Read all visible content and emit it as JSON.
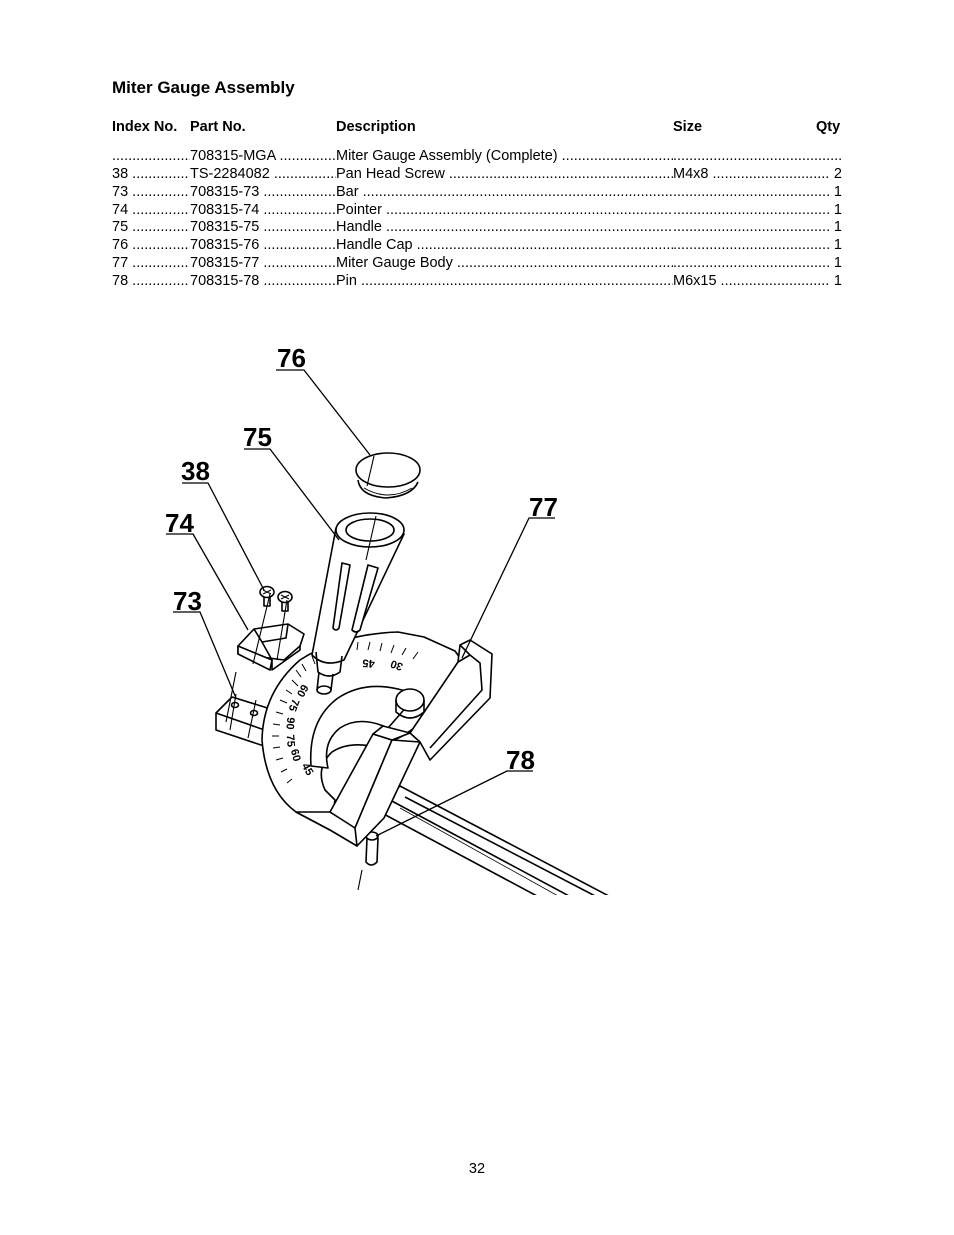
{
  "title": "Miter Gauge Assembly",
  "headers": {
    "index": "Index No.",
    "part": "Part No.",
    "description": "Description",
    "size": "Size",
    "qty": "Qty"
  },
  "parts": [
    {
      "index": "",
      "part": "708315-MGA",
      "description": "Miter Gauge Assembly (Complete)",
      "size": "",
      "qty": ""
    },
    {
      "index": "38",
      "part": "TS-2284082",
      "description": "Pan Head Screw",
      "size": "M4x8",
      "qty": "2"
    },
    {
      "index": "73",
      "part": "708315-73",
      "description": "Bar",
      "size": "",
      "qty": "1"
    },
    {
      "index": "74",
      "part": "708315-74",
      "description": "Pointer",
      "size": "",
      "qty": "1"
    },
    {
      "index": "75",
      "part": "708315-75",
      "description": "Handle",
      "size": "",
      "qty": "1"
    },
    {
      "index": "76",
      "part": "708315-76",
      "description": "Handle Cap",
      "size": "",
      "qty": "1"
    },
    {
      "index": "77",
      "part": "708315-77",
      "description": "Miter Gauge Body",
      "size": "",
      "qty": "1"
    },
    {
      "index": "78",
      "part": "708315-78",
      "description": "Pin",
      "size": "M6x15",
      "qty": "1"
    }
  ],
  "callouts": {
    "c76": "76",
    "c75": "75",
    "c38": "38",
    "c74": "74",
    "c73": "73",
    "c77": "77",
    "c78": "78"
  },
  "scale_labels": {
    "s30": "30",
    "s45a": "45",
    "s60": "60",
    "s75": "75",
    "s90": "90",
    "s75b": "75",
    "s60b": "60",
    "s45b": "45"
  },
  "page_number": "32"
}
